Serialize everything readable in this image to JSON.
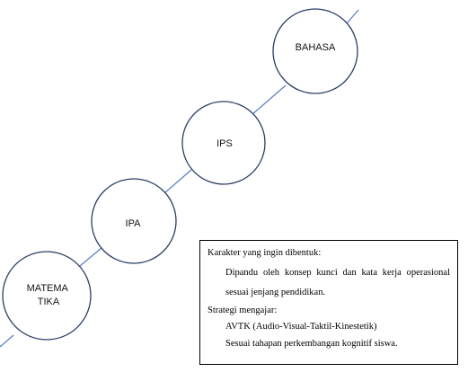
{
  "diagram": {
    "nodes": [
      {
        "id": "matematika",
        "label_lines": [
          "MATEMA",
          "TIKA"
        ]
      },
      {
        "id": "ipa",
        "label_lines": [
          "IPA"
        ]
      },
      {
        "id": "ips",
        "label_lines": [
          "IPS"
        ]
      },
      {
        "id": "bahasa",
        "label_lines": [
          "BAHASA"
        ]
      }
    ]
  },
  "info_box": {
    "heading_1": "Karakter yang ingin dibentuk:",
    "paragraph_1": "Dipandu oleh konsep kunci dan kata kerja operasional sesuai jenjang pendidikan.",
    "heading_2": "Strategi mengajar:",
    "item_1": "AVTK (Audio-Visual-Taktil-Kinestetik)",
    "item_2": "Sesuai tahapan perkembangan kognitif siswa."
  },
  "colors": {
    "line": "#5a84c5",
    "circle_stroke": "#2a3f66"
  }
}
